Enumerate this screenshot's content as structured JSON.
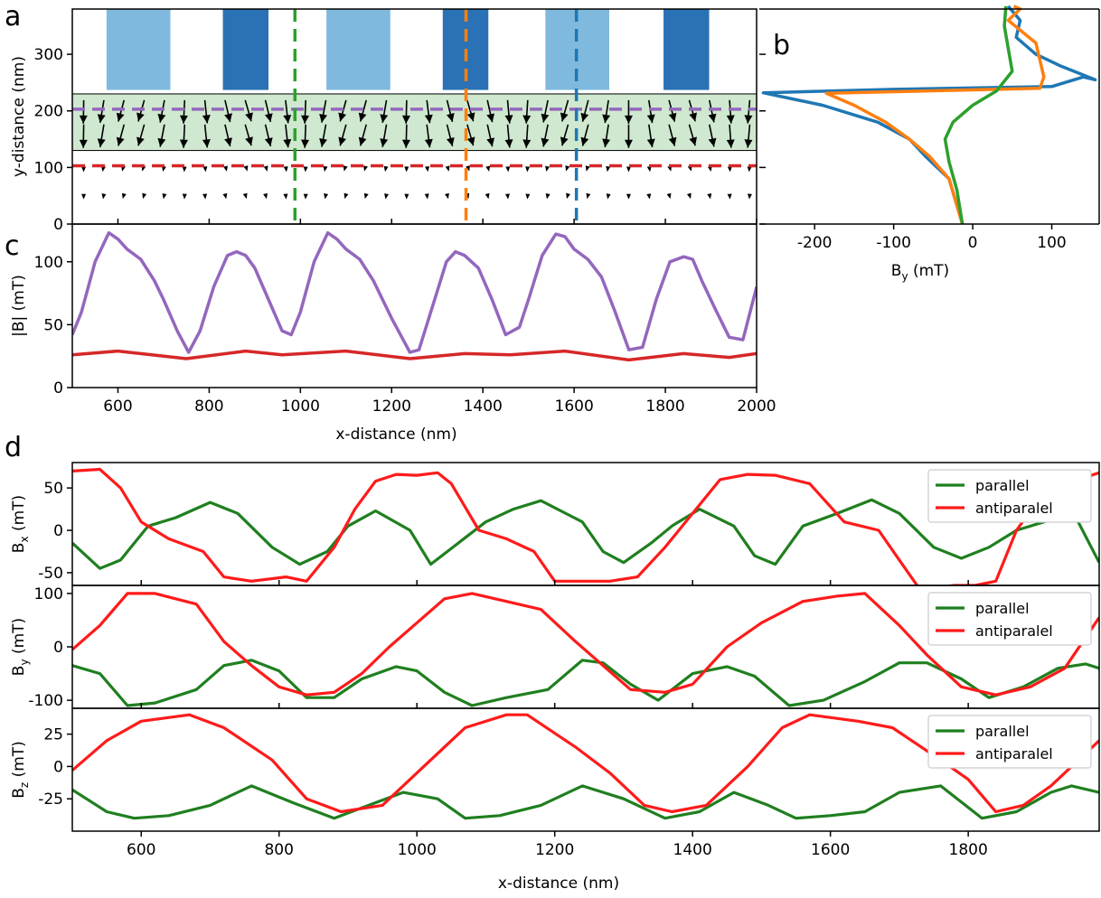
{
  "panel_labels": {
    "a": "a",
    "b": "b",
    "c": "c",
    "d": "d"
  },
  "colors": {
    "purple": "#9467bd",
    "red_mpl": "#d62728",
    "green_mpl": "#2ca02c",
    "orange": "#ff7f0e",
    "blue": "#1f77b4",
    "film": "#cfe8cf",
    "light_bar": "#7fbade",
    "dark_bar": "#2a72b5",
    "parallel": "#1f7f1f",
    "antiparallel": "#ff1a1a"
  },
  "chart_data": [
    {
      "id": "a",
      "type": "scatter",
      "title": "",
      "xlabel": "",
      "ylabel": "y-distance (nm)",
      "xlim": [
        500,
        2000
      ],
      "ylim": [
        0,
        380
      ],
      "yticks": [
        "0",
        "100",
        "200",
        "300"
      ],
      "stripes": [
        {
          "x0": 575,
          "x1": 715,
          "shade": "light"
        },
        {
          "x0": 830,
          "x1": 930,
          "shade": "dark"
        },
        {
          "x0": 1057,
          "x1": 1197,
          "shade": "light"
        },
        {
          "x0": 1312,
          "x1": 1412,
          "shade": "dark"
        },
        {
          "x0": 1537,
          "x1": 1677,
          "shade": "light"
        },
        {
          "x0": 1796,
          "x1": 1896,
          "shade": "dark"
        }
      ],
      "stripe_y": [
        237,
        380
      ],
      "film_y": [
        130,
        230
      ],
      "hlines": [
        {
          "y": 203,
          "color": "purple"
        },
        {
          "y": 103,
          "color": "red"
        }
      ],
      "vlines": [
        {
          "x": 988,
          "color": "green"
        },
        {
          "x": 1363,
          "color": "orange"
        },
        {
          "x": 1605,
          "color": "blue"
        }
      ]
    },
    {
      "id": "b",
      "type": "line",
      "title": "",
      "xlabel": "B",
      "xlabel_sub": "y",
      "xlabel_unit": " (mT)",
      "xlim": [
        -270,
        160
      ],
      "xticks": [
        "-200",
        "-100",
        "0",
        "100"
      ],
      "series": [
        {
          "color": "blue",
          "x": [
            -13,
            -30,
            -60,
            -80,
            -120,
            -190,
            -265,
            -100,
            100,
            140,
            155,
            110,
            80,
            55,
            60,
            45
          ],
          "y": [
            0,
            80,
            120,
            150,
            180,
            210,
            232,
            238,
            243,
            260,
            255,
            280,
            300,
            330,
            360,
            385
          ]
        },
        {
          "color": "orange",
          "x": [
            -13,
            -30,
            -55,
            -80,
            -110,
            -150,
            -185,
            85,
            90,
            85,
            80,
            45,
            60,
            52
          ],
          "y": [
            0,
            80,
            120,
            150,
            180,
            210,
            231,
            240,
            260,
            290,
            320,
            360,
            380,
            385
          ]
        },
        {
          "color": "green",
          "x": [
            -13,
            -20,
            -30,
            -35,
            -25,
            0,
            30,
            50,
            45,
            40,
            42
          ],
          "y": [
            0,
            60,
            110,
            150,
            180,
            210,
            235,
            270,
            310,
            350,
            385
          ]
        }
      ]
    },
    {
      "id": "c",
      "type": "line",
      "title": "",
      "xlabel": "x-distance (nm)",
      "ylabel": "|B| (mT)",
      "xlim": [
        500,
        2000
      ],
      "ylim": [
        0,
        130
      ],
      "xticks": [
        "600",
        "800",
        "1000",
        "1200",
        "1400",
        "1600",
        "1800",
        "2000"
      ],
      "yticks": [
        "0",
        "50",
        "100"
      ],
      "series": [
        {
          "color": "purple",
          "x": [
            500,
            520,
            550,
            580,
            600,
            620,
            650,
            680,
            700,
            730,
            755,
            780,
            810,
            840,
            860,
            880,
            900,
            930,
            960,
            980,
            1000,
            1030,
            1060,
            1080,
            1100,
            1130,
            1160,
            1200,
            1240,
            1260,
            1290,
            1320,
            1340,
            1360,
            1390,
            1420,
            1450,
            1480,
            1500,
            1530,
            1560,
            1580,
            1600,
            1630,
            1660,
            1690,
            1720,
            1750,
            1780,
            1810,
            1840,
            1860,
            1880,
            1910,
            1940,
            1970,
            2000
          ],
          "y": [
            42,
            60,
            100,
            123,
            118,
            110,
            102,
            85,
            70,
            45,
            28,
            45,
            80,
            105,
            108,
            105,
            95,
            70,
            45,
            42,
            60,
            100,
            123,
            118,
            110,
            102,
            85,
            55,
            28,
            30,
            65,
            100,
            108,
            105,
            95,
            70,
            42,
            48,
            70,
            105,
            122,
            120,
            110,
            102,
            88,
            60,
            30,
            32,
            70,
            100,
            104,
            102,
            85,
            62,
            40,
            38,
            80
          ]
        },
        {
          "color": "red",
          "x": [
            500,
            600,
            750,
            880,
            960,
            1100,
            1240,
            1360,
            1460,
            1580,
            1720,
            1840,
            1940,
            2000
          ],
          "y": [
            26,
            29,
            23,
            29,
            26,
            29,
            23,
            27,
            26,
            29,
            22,
            27,
            24,
            27
          ]
        }
      ]
    },
    {
      "id": "d1",
      "type": "line",
      "title": "",
      "ylabel": "B",
      "ylabel_sub": "x",
      "ylabel_unit": " (mT)",
      "xlim": [
        500,
        1990
      ],
      "ylim": [
        -65,
        80
      ],
      "yticks": [
        "-50",
        "0",
        "50"
      ],
      "legend": "top-right",
      "series": [
        {
          "name": "parallel",
          "color": "parallel",
          "x": [
            500,
            540,
            570,
            610,
            650,
            700,
            740,
            790,
            830,
            870,
            900,
            940,
            990,
            1020,
            1060,
            1100,
            1140,
            1180,
            1240,
            1270,
            1300,
            1340,
            1370,
            1410,
            1460,
            1490,
            1520,
            1560,
            1610,
            1660,
            1700,
            1750,
            1790,
            1830,
            1870,
            1910,
            1950,
            1990
          ],
          "y": [
            -15,
            -45,
            -35,
            5,
            15,
            33,
            20,
            -20,
            -40,
            -25,
            5,
            23,
            0,
            -40,
            -15,
            10,
            25,
            35,
            10,
            -25,
            -38,
            -15,
            5,
            25,
            5,
            -30,
            -40,
            5,
            20,
            36,
            20,
            -20,
            -33,
            -20,
            0,
            10,
            25,
            -38
          ]
        },
        {
          "name": "antiparalel",
          "color": "antiparallel",
          "x": [
            500,
            540,
            570,
            600,
            640,
            690,
            720,
            760,
            810,
            840,
            880,
            910,
            940,
            970,
            1000,
            1030,
            1050,
            1090,
            1130,
            1170,
            1200,
            1240,
            1280,
            1320,
            1360,
            1400,
            1440,
            1480,
            1520,
            1570,
            1620,
            1670,
            1700,
            1730,
            1780,
            1810,
            1840,
            1870,
            1910,
            1960,
            1990
          ],
          "y": [
            70,
            72,
            50,
            10,
            -10,
            -25,
            -55,
            -60,
            -55,
            -60,
            -20,
            25,
            58,
            66,
            65,
            68,
            55,
            0,
            -10,
            -25,
            -60,
            -60,
            -60,
            -55,
            -20,
            20,
            60,
            66,
            65,
            55,
            10,
            0,
            -35,
            -70,
            -65,
            -65,
            -60,
            0,
            45,
            60,
            68
          ]
        }
      ]
    },
    {
      "id": "d2",
      "type": "line",
      "title": "",
      "ylabel": "B",
      "ylabel_sub": "y",
      "ylabel_unit": " (mT)",
      "xlim": [
        500,
        1990
      ],
      "ylim": [
        -115,
        115
      ],
      "yticks": [
        "-100",
        "0",
        "100"
      ],
      "legend": "top-right",
      "series": [
        {
          "name": "parallel",
          "color": "parallel",
          "x": [
            500,
            540,
            580,
            620,
            680,
            720,
            760,
            800,
            840,
            880,
            920,
            970,
            1000,
            1040,
            1080,
            1130,
            1190,
            1240,
            1270,
            1310,
            1350,
            1400,
            1450,
            1490,
            1540,
            1590,
            1650,
            1700,
            1740,
            1790,
            1830,
            1880,
            1930,
            1970,
            1990
          ],
          "y": [
            -35,
            -50,
            -110,
            -105,
            -80,
            -35,
            -25,
            -45,
            -95,
            -95,
            -60,
            -37,
            -45,
            -85,
            -110,
            -95,
            -80,
            -25,
            -30,
            -70,
            -100,
            -50,
            -37,
            -55,
            -110,
            -100,
            -65,
            -30,
            -30,
            -60,
            -95,
            -75,
            -40,
            -32,
            -40
          ]
        },
        {
          "name": "antiparalel",
          "color": "antiparallel",
          "x": [
            500,
            540,
            580,
            620,
            680,
            720,
            760,
            800,
            840,
            880,
            920,
            960,
            1000,
            1040,
            1080,
            1130,
            1180,
            1230,
            1270,
            1310,
            1360,
            1400,
            1450,
            1500,
            1560,
            1610,
            1650,
            1700,
            1740,
            1790,
            1840,
            1890,
            1940,
            1990
          ],
          "y": [
            -5,
            40,
            100,
            100,
            80,
            10,
            -35,
            -75,
            -90,
            -85,
            -50,
            0,
            45,
            90,
            100,
            85,
            70,
            10,
            -35,
            -80,
            -85,
            -70,
            0,
            45,
            85,
            95,
            100,
            40,
            -15,
            -75,
            -90,
            -75,
            -40,
            55
          ]
        }
      ]
    },
    {
      "id": "d3",
      "type": "line",
      "title": "",
      "xlabel": "x-distance (nm)",
      "ylabel": "B",
      "ylabel_sub": "z",
      "ylabel_unit": " (mT)",
      "xlim": [
        500,
        1990
      ],
      "xticks": [
        "600",
        "800",
        "1000",
        "1200",
        "1400",
        "1600",
        "1800"
      ],
      "ylim": [
        -50,
        45
      ],
      "yticks": [
        "-25",
        "0",
        "25"
      ],
      "legend": "top-right",
      "series": [
        {
          "name": "parallel",
          "color": "parallel",
          "x": [
            500,
            550,
            590,
            640,
            700,
            760,
            820,
            880,
            930,
            980,
            1030,
            1070,
            1120,
            1180,
            1240,
            1300,
            1360,
            1410,
            1460,
            1510,
            1550,
            1600,
            1650,
            1700,
            1760,
            1820,
            1870,
            1920,
            1950,
            1990
          ],
          "y": [
            -18,
            -35,
            -40,
            -38,
            -30,
            -15,
            -28,
            -40,
            -30,
            -20,
            -25,
            -40,
            -38,
            -30,
            -15,
            -25,
            -40,
            -35,
            -20,
            -30,
            -40,
            -38,
            -35,
            -20,
            -15,
            -40,
            -35,
            -20,
            -15,
            -20
          ]
        },
        {
          "name": "antiparalel",
          "color": "antiparallel",
          "x": [
            500,
            550,
            600,
            670,
            720,
            790,
            840,
            890,
            950,
            1010,
            1070,
            1130,
            1160,
            1230,
            1280,
            1330,
            1370,
            1420,
            1480,
            1530,
            1570,
            1640,
            1690,
            1760,
            1800,
            1840,
            1880,
            1920,
            1990
          ],
          "y": [
            -3,
            20,
            35,
            40,
            30,
            5,
            -25,
            -35,
            -30,
            0,
            30,
            40,
            40,
            15,
            -5,
            -30,
            -35,
            -30,
            0,
            30,
            40,
            35,
            30,
            5,
            -10,
            -35,
            -30,
            -15,
            20
          ]
        }
      ]
    }
  ]
}
